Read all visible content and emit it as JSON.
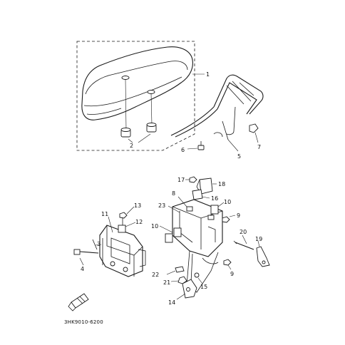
{
  "diagram_code": "3HK9010-6200",
  "labels": [
    {
      "id": "1",
      "text": "1"
    },
    {
      "id": "2",
      "text": "2"
    },
    {
      "id": "3",
      "text": "3"
    },
    {
      "id": "4",
      "text": "4"
    },
    {
      "id": "5",
      "text": "5"
    },
    {
      "id": "6",
      "text": "6"
    },
    {
      "id": "7",
      "text": "7"
    },
    {
      "id": "8",
      "text": "8"
    },
    {
      "id": "9a",
      "text": "9"
    },
    {
      "id": "9b",
      "text": "9"
    },
    {
      "id": "10a",
      "text": "10"
    },
    {
      "id": "10b",
      "text": "10"
    },
    {
      "id": "11",
      "text": "11"
    },
    {
      "id": "12",
      "text": "12"
    },
    {
      "id": "13",
      "text": "13"
    },
    {
      "id": "14",
      "text": "14"
    },
    {
      "id": "15",
      "text": "15"
    },
    {
      "id": "16",
      "text": "16"
    },
    {
      "id": "17",
      "text": "17"
    },
    {
      "id": "18",
      "text": "18"
    },
    {
      "id": "19",
      "text": "19"
    },
    {
      "id": "20",
      "text": "20"
    },
    {
      "id": "21",
      "text": "21"
    },
    {
      "id": "22",
      "text": "22"
    },
    {
      "id": "23",
      "text": "23"
    }
  ]
}
